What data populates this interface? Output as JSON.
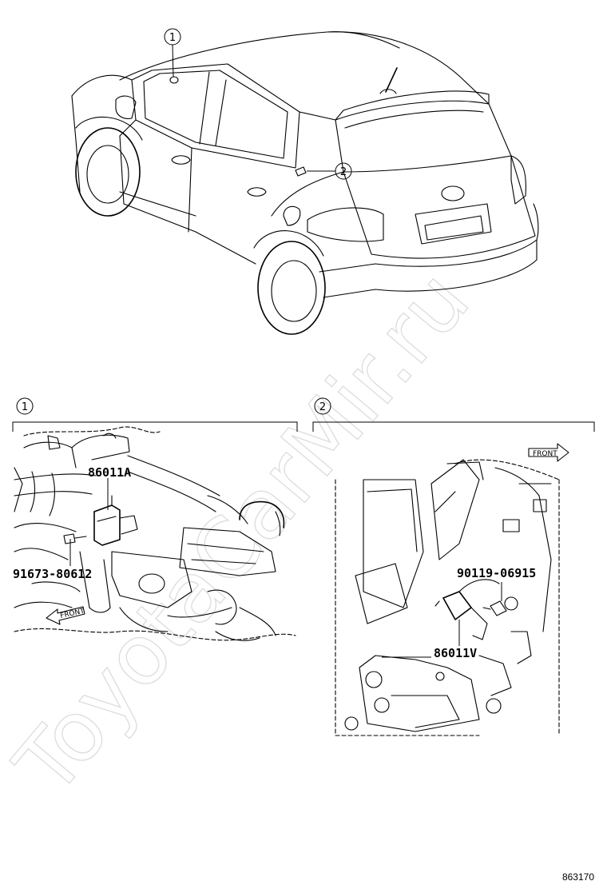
{
  "watermark": "ToyotaCarMir.ru",
  "figure_id": "863170",
  "overview": {
    "callouts": [
      {
        "number": "1"
      },
      {
        "number": "2"
      }
    ]
  },
  "detail_1": {
    "number": "1",
    "parts": [
      {
        "label": "86011A"
      },
      {
        "label": "91673-80612"
      }
    ],
    "front_arrow": "FRONT"
  },
  "detail_2": {
    "number": "2",
    "parts": [
      {
        "label": "90119-06915"
      },
      {
        "label": "86011V"
      }
    ],
    "front_arrow": "FRONT"
  }
}
